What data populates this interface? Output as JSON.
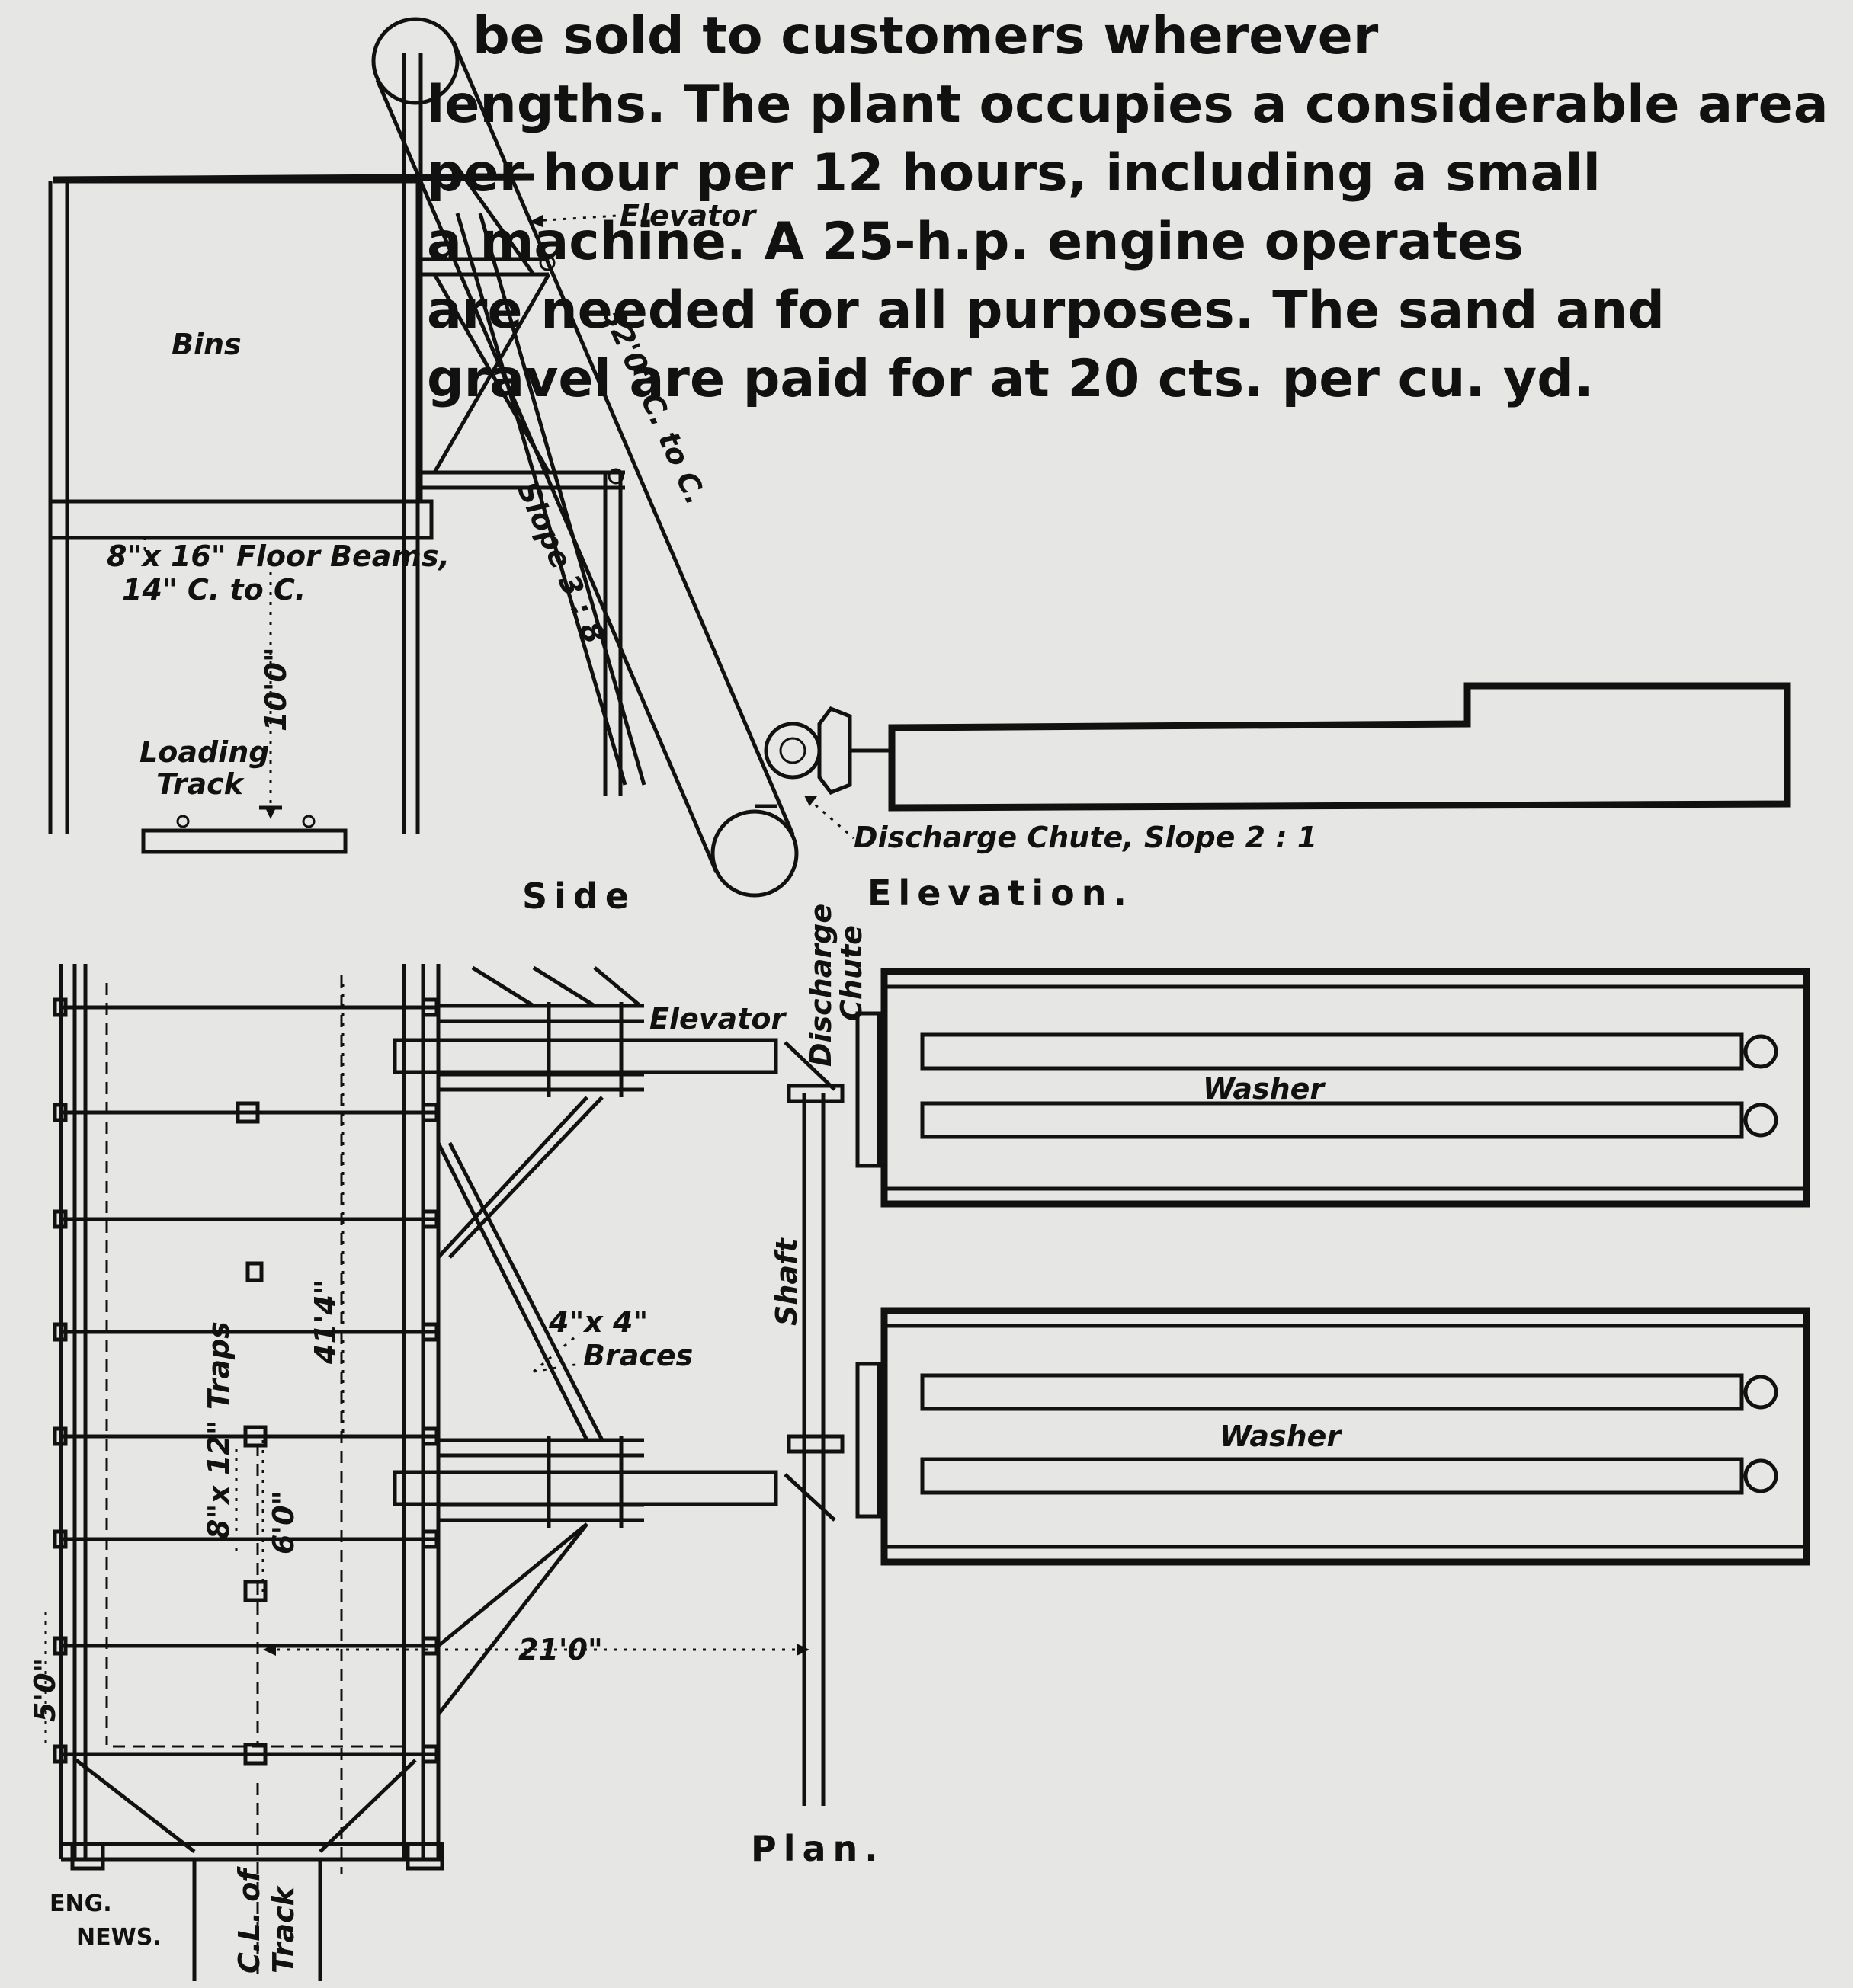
{
  "labels": {
    "elevator_side": "Elevator",
    "elevator_length": "32'0\" C. to C.",
    "slope_elevator": "Slope 3 : 8",
    "bins": "Bins",
    "floor_beams_1": "8\"x 16\" Floor Beams,",
    "floor_beams_2": "14\" C. to C.",
    "height_10": "10'0\"",
    "loading_track_1": "Loading",
    "loading_track_2": "Track",
    "discharge_chute_slope": "Discharge Chute, Slope 2 : 1",
    "title_side": "Side",
    "title_elevation": "Elevation.",
    "elevator_plan": "Elevator",
    "discharge_chute_plan_1": "Discharge",
    "discharge_chute_plan_2": "Chute",
    "washer_top": "Washer",
    "washer_bottom": "Washer",
    "shaft": "Shaft",
    "braces_1": "4\"x 4\"",
    "braces_2": "Braces",
    "traps": "8\"x 12\" Traps",
    "length_41": "41'4\"",
    "spacing_6": "6'0\"",
    "spacing_5": "5'0\"",
    "distance_21": "21'0\"",
    "title_plan": "Plan.",
    "cl_track_1": "C.L. of",
    "cl_track_2": "Track",
    "credit_1": "ENG.",
    "credit_2": "NEWS."
  },
  "background_text": [
    "be sold to customers wherever",
    "lengths. The plant occupies a considerable area",
    "per hour per 12 hours, including a small",
    "a machine. A 25-h.p. engine operates",
    "are needed for all purposes. The sand and",
    "gravel are paid for at 20 cts. per cu. yd."
  ],
  "colors": {
    "ink": "#111111",
    "paper": "#e6e6e4",
    "bleed": "#bdbdbb"
  }
}
